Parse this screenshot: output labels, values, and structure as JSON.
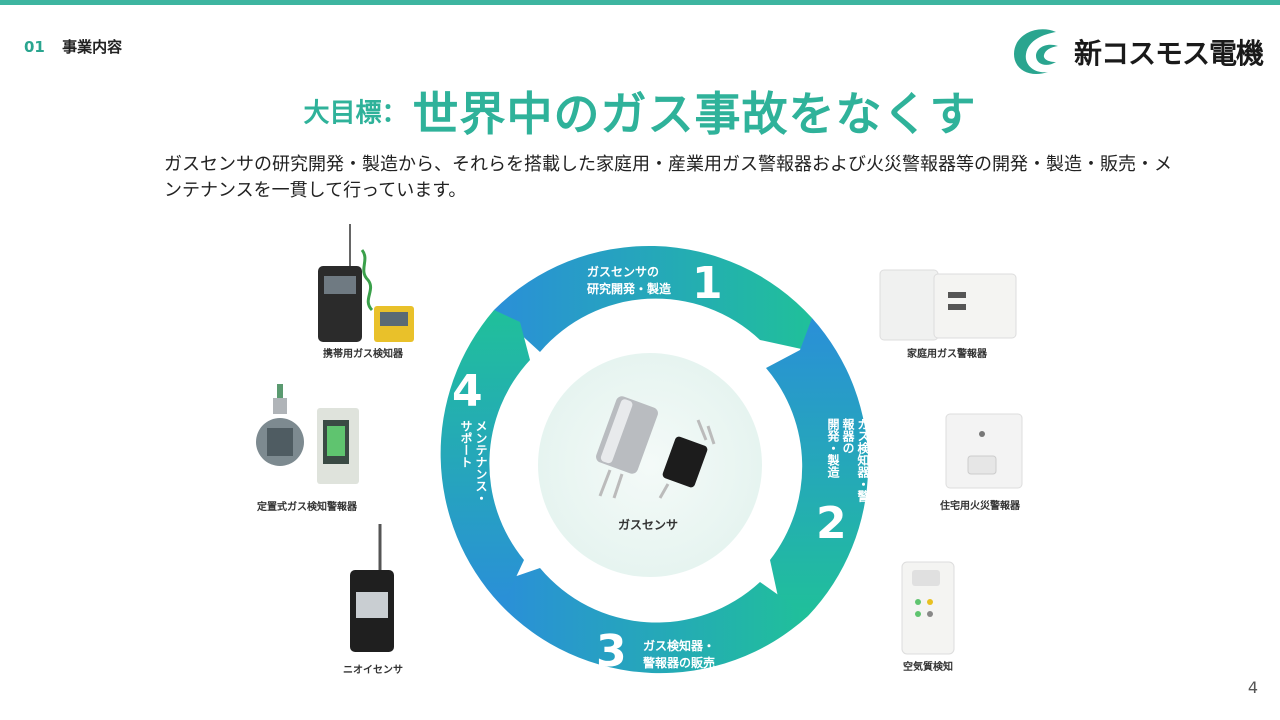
{
  "header": {
    "section_number": "01",
    "section_title": "事業内容",
    "company_name": "新コスモス電機"
  },
  "headline": {
    "prefix": "大目標：",
    "main": "世界中のガス事故をなくす"
  },
  "description": "ガスセンサの研究開発・製造から、それらを搭載した家庭用・産業用ガス警報器および火災警報器等の開発・製造・販売・メンテナンスを一貫して行っています。",
  "cycle": {
    "center_label": "ガスセンサ",
    "steps": [
      {
        "number": "1",
        "line1": "ガスセンサの",
        "line2": "研究開発・製造"
      },
      {
        "number": "2",
        "line1": "ガス検知器・警報器の",
        "line2": "開発・製造"
      },
      {
        "number": "3",
        "line1": "ガス検知器・",
        "line2": "警報器の販売"
      },
      {
        "number": "4",
        "line1": "メンテナンス・",
        "line2": "サポート"
      }
    ]
  },
  "products": {
    "left": [
      "携帯用ガス検知器",
      "定置式ガス検知警報器",
      "ニオイセンサ"
    ],
    "right": [
      "家庭用ガス警報器",
      "住宅用火災警報器",
      "空気質検知"
    ]
  },
  "colors": {
    "accent": "#2fb29a",
    "teal": "#20b89a",
    "blue": "#2a8fd8"
  },
  "page_number": "4"
}
